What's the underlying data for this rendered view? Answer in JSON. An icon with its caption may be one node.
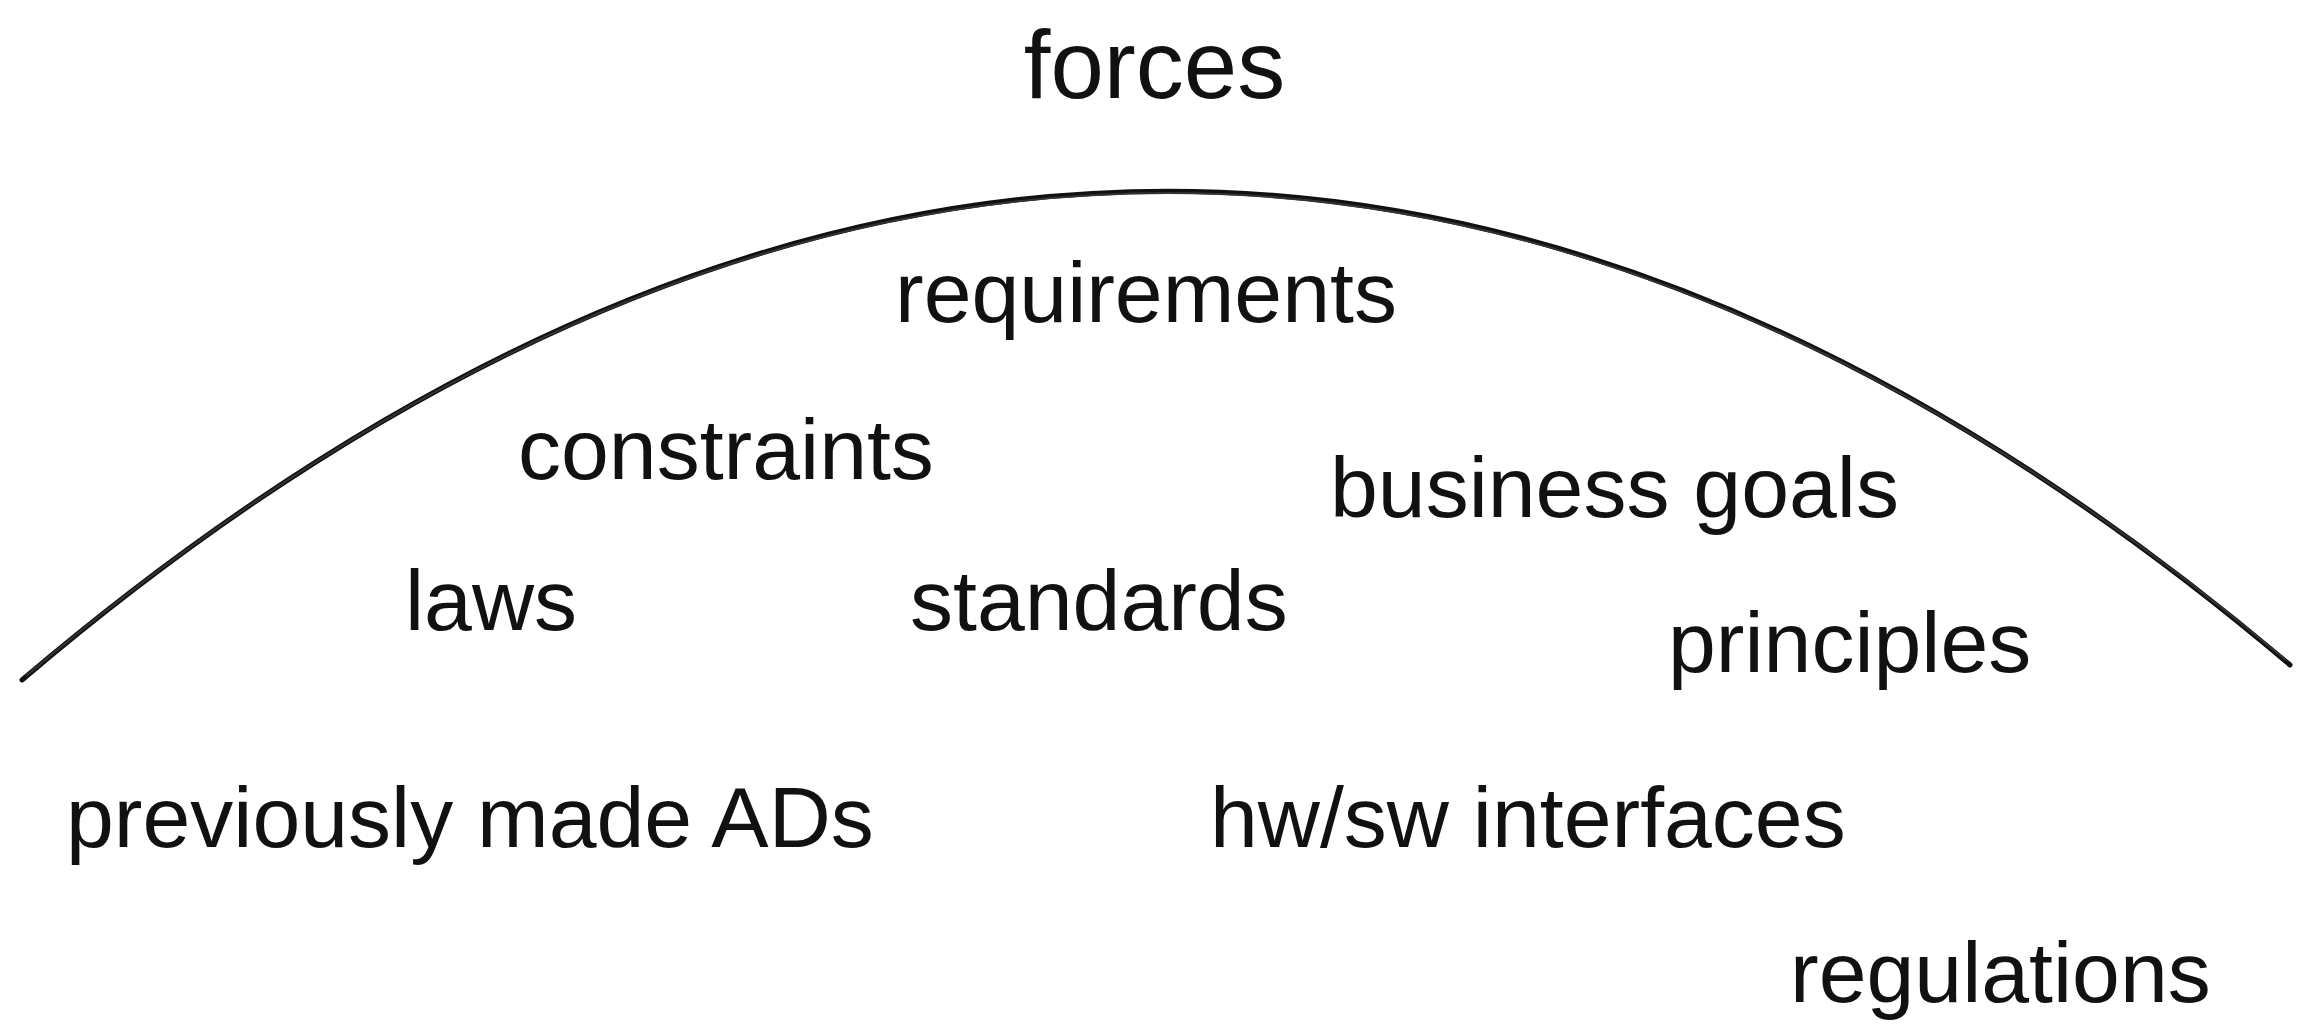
{
  "diagram": {
    "title": "forces",
    "labels": [
      "requirements",
      "constraints",
      "business goals",
      "laws",
      "standards",
      "principles",
      "previously made ADs",
      "hw/sw interfaces",
      "regulations"
    ]
  }
}
